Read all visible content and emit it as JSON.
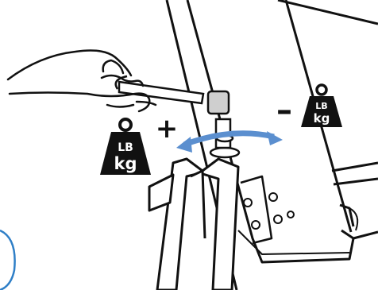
{
  "weight_left": {
    "top": "LB",
    "bottom": "kg"
  },
  "weight_right": {
    "top": "LB",
    "bottom": "kg"
  },
  "sign_plus": "+",
  "sign_minus": "–",
  "colors": {
    "arrow": "#5b8fcf",
    "line": "#111111",
    "accent_circle": "#2f7fc7"
  },
  "icons": [
    "hand-with-wrench-icon",
    "weight-icon",
    "adjust-arrow-icon",
    "frame-icon"
  ]
}
